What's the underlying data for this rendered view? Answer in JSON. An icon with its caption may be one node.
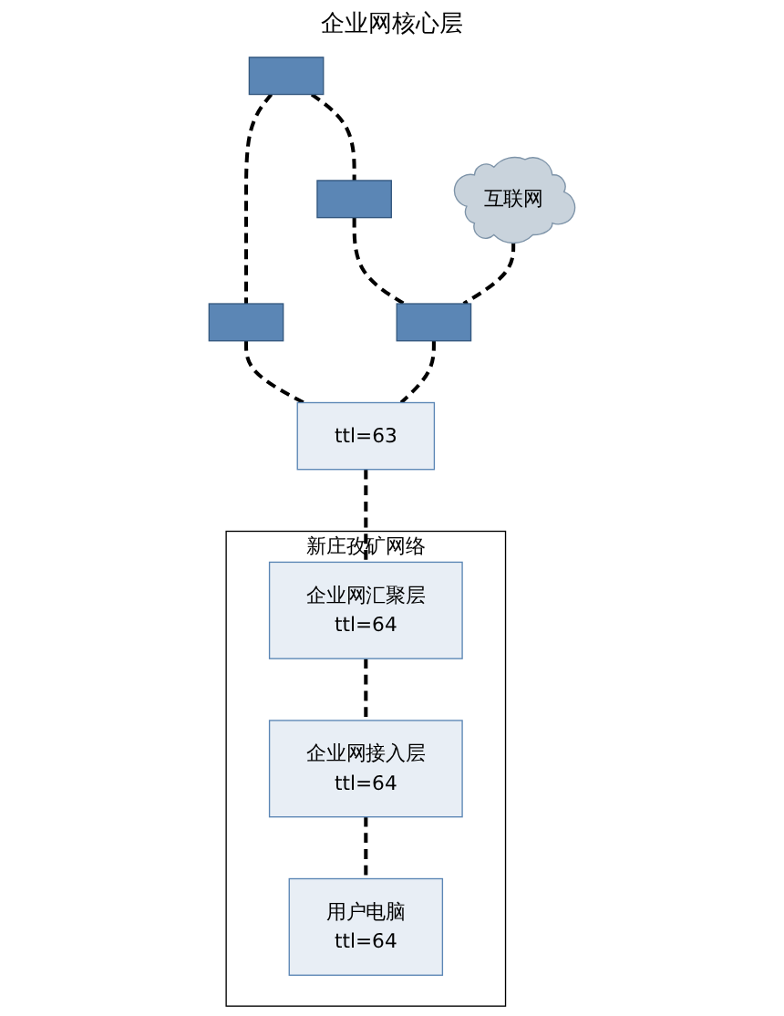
{
  "diagram": {
    "nodes": [
      {
        "text": [],
        "shape": "box"
      },
      {
        "text": [],
        "shape": "box"
      },
      {
        "text": [
          "互联网"
        ]
      },
      {
        "text": [],
        "shape": "box"
      },
      {
        "text": [],
        "shape": "box"
      },
      {
        "text": [
          "ttl=63"
        ]
      },
      {
        "text": [
          "新庄孜矿网络"
        ]
      },
      {
        "text": [
          "企业网汇聚层",
          "ttl=64"
        ],
        "in": 6
      },
      {
        "text": [
          "企业网接入层",
          "ttl=64"
        ],
        "in": 6
      },
      {
        "text": [
          "用户电脑",
          "ttl=64"
        ],
        "in": 6
      }
    ],
    "edges": [
      {
        "from": 0,
        "to": 1,
        "arrow": "none",
        "style": "dashed"
      },
      {
        "from": 0,
        "to": 3,
        "arrow": "none",
        "style": "dashed"
      },
      {
        "from": 1,
        "to": 4,
        "arrow": "none",
        "style": "dashed"
      },
      {
        "from": 2,
        "to": 4,
        "arrow": "none",
        "style": "dashed"
      },
      {
        "from": 3,
        "to": 5,
        "arrow": "none",
        "style": "dashed"
      },
      {
        "from": 4,
        "to": 5,
        "arrow": "none",
        "style": "dashed"
      },
      {
        "from": 5,
        "to": 7,
        "arrow": "none",
        "style": "dashed"
      },
      {
        "from": 7,
        "to": 8,
        "arrow": "none",
        "style": "dashed"
      },
      {
        "from": 8,
        "to": 9,
        "arrow": "none",
        "style": "dashed"
      }
    ],
    "labels": [
      "企业网核心层"
    ]
  }
}
